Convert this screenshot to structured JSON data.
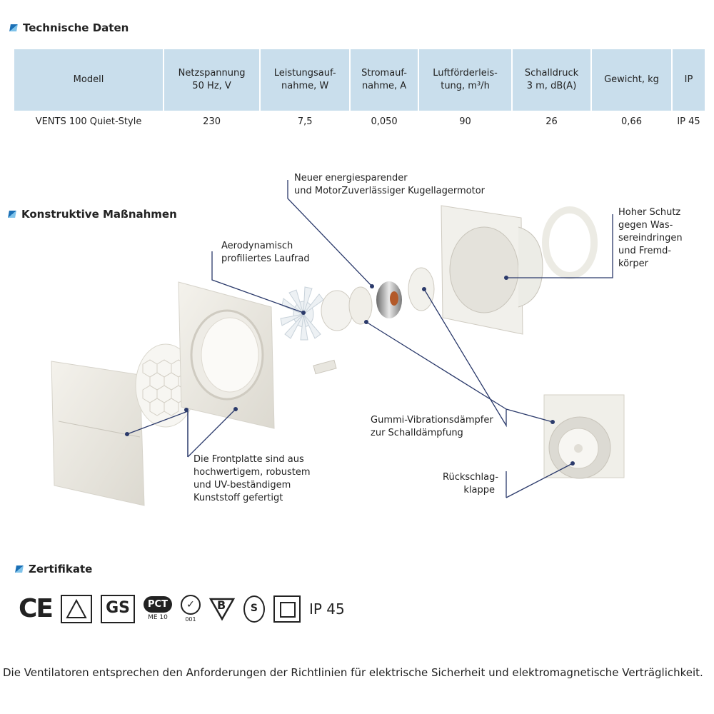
{
  "sections": {
    "tech": "Technische Daten",
    "design": "Konstruktive Maßnahmen",
    "certs": "Zertifikate"
  },
  "table": {
    "headers": [
      [
        "Modell"
      ],
      [
        "Netzspannung",
        "50 Hz, V"
      ],
      [
        "Leistungsauf-",
        "nahme, W"
      ],
      [
        "Stromauf-",
        "nahme, A"
      ],
      [
        "Luftförderleis-",
        "tung, m³/h"
      ],
      [
        "Schalldruck",
        "3 m, dB(A)"
      ],
      [
        "Gewicht, kg"
      ],
      [
        "IP"
      ]
    ],
    "row": [
      "VENTS 100 Quiet-Style",
      "230",
      "7,5",
      "0,050",
      "90",
      "26",
      "0,66",
      "IP 45"
    ]
  },
  "callouts": {
    "motor": [
      "Neuer energiesparender",
      "und MotorZuverlässiger Kugellagermotor"
    ],
    "laufrad": [
      "Aerodynamisch",
      "profiliertes Laufrad"
    ],
    "schutz": [
      "Hoher Schutz",
      "gegen Was-",
      "sereindringen",
      "und Fremd-",
      "körper"
    ],
    "daempfer": [
      "Gummi-Vibrationsdämpfer",
      "zur Schalldämpfung"
    ],
    "klappe": [
      "Rückschlag-",
      "klappe"
    ],
    "front": [
      "Die Frontplatte sind aus",
      "hochwertigem, robustem",
      "und UV-beständigem",
      "Kunststoff gefertigt"
    ]
  },
  "certificates": {
    "ce": "CE",
    "gs": "GS",
    "pct": "PCT",
    "me": "ME 10",
    "code": "001",
    "b": "B",
    "ip": "IP 45"
  },
  "footer": "Die Ventilatoren entsprechen den Anforderungen der Richtlinien für elektrische Sicherheit und elektromagnetische Verträglichkeit.",
  "colors": {
    "accent": "#1a6fb5",
    "table_header": "#c9deec",
    "leader": "#2b3a6b"
  }
}
